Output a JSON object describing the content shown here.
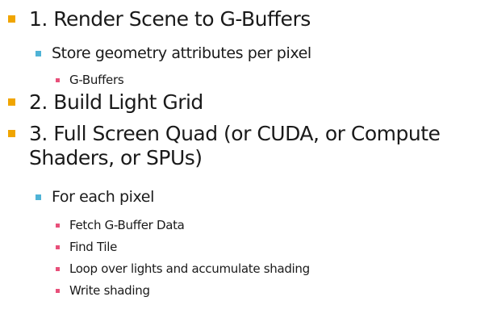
{
  "colors": {
    "level1_bullet": "#f0a500",
    "level2_bullet": "#4fb3d6",
    "level3_bullet": "#e8507a",
    "text": "#1a1a1a",
    "background": "#ffffff"
  },
  "outline": {
    "item1": {
      "text": "1. Render Scene to G-Buffers"
    },
    "item1_sub1": {
      "text": "Store geometry attributes per pixel"
    },
    "item1_sub1_sub1": {
      "text": "G-Buffers"
    },
    "item2": {
      "text": "2. Build Light Grid"
    },
    "item3": {
      "text": "3. Full Screen Quad (or CUDA, or Compute Shaders, or SPUs)"
    },
    "item3_sub1": {
      "text": "For each pixel"
    },
    "item3_sub1_subs": [
      {
        "text": "Fetch G-Buffer Data"
      },
      {
        "text": "Find Tile"
      },
      {
        "text": "Loop over lights and accumulate shading"
      },
      {
        "text": "Write shading"
      }
    ]
  }
}
